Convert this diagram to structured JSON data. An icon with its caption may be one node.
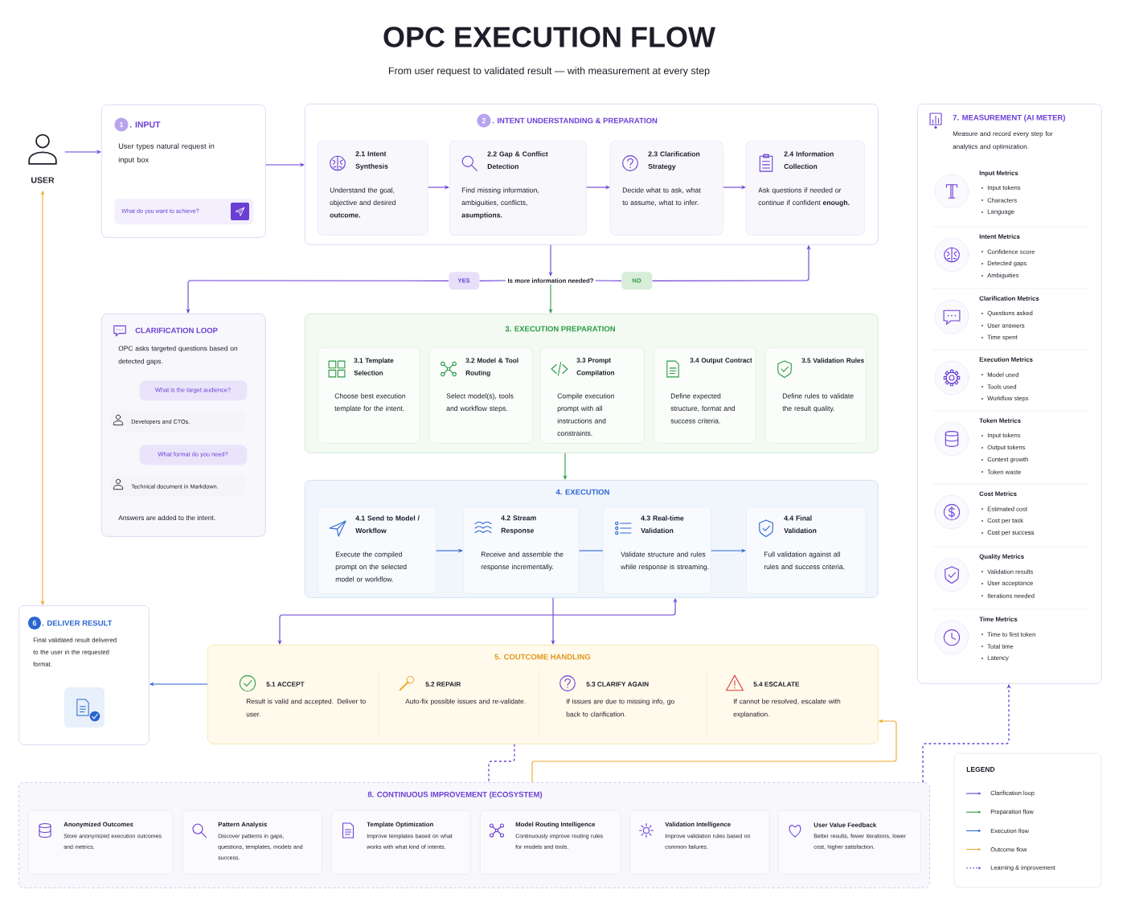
{
  "diagram": {
    "title": "OPC EXECUTION FLOW",
    "nodes": [
      {
        "text": [
          "USER"
        ]
      },
      {
        "text": [
          "1",
          ". INPUT",
          "User types natural request in input box"
        ]
      },
      {
        "text": [
          "What do you want to achieve?"
        ],
        "in": 1
      },
      {
        "text": [
          "2",
          ". INTENT UNDERSTANDING & PREPARATION"
        ]
      },
      {
        "text": [
          "2.1 Intent Synthesis",
          "Understand the goal, objective and desired **outcome.**"
        ],
        "in": 3
      },
      {
        "text": [
          "2.2 Gap & Conflict Detection",
          "Find missing information, ambiguities, conflicts, **asumptions.**"
        ],
        "in": 3
      },
      {
        "text": [
          "2.3 Clarification Strategy",
          "Decide what to ask, what to assume, what to infer."
        ],
        "in": 3
      },
      {
        "text": [
          "2.4 Information Collection",
          "Ask questions if needed or continue if confident **enough.**"
        ],
        "in": 3
      },
      {
        "text": [
          "Is more information needed?"
        ]
      },
      {
        "text": [
          "YES"
        ]
      },
      {
        "text": [
          "NO"
        ]
      },
      {
        "text": [
          "CLARIFICATION LOOP",
          "OPC asks targeted questions based on detected gaps.",
          "Answers are added to the intent."
        ]
      },
      {
        "text": [
          "What is the target audience?"
        ],
        "in": 11
      },
      {
        "text": [
          "Developers and CTOs."
        ],
        "in": 11
      },
      {
        "text": [
          "What format do you need?"
        ],
        "in": 11
      },
      {
        "text": [
          "Technical document in Markdown."
        ],
        "in": 11
      },
      {
        "text": [
          "3. EXECUTION PREPARATION"
        ]
      },
      {
        "text": [
          "3.1 Template Selection",
          "Choose best execution template for the intent."
        ],
        "in": 16
      },
      {
        "text": [
          "3.2 Model & Tool Routing",
          "Select model(s), tools and workflow steps."
        ],
        "in": 16
      },
      {
        "text": [
          "3.3 Prompt Compilation",
          "Compile execution prompt with all instructions and constraints."
        ],
        "in": 16
      },
      {
        "text": [
          "3.4 Output Contract",
          "Define expected structure, format and success criteria."
        ],
        "in": 16
      },
      {
        "text": [
          "3.5 Validation Rules",
          "Define rules to validate the result quality."
        ],
        "in": 16
      },
      {
        "text": [
          "4. EXECUTION"
        ]
      },
      {
        "text": [
          "4.1 Send to Model / Workflow",
          "Execute the compiled prompt on the selected model or workflow."
        ],
        "in": 22
      },
      {
        "text": [
          "4.2 Stream Response",
          "Receive and assemble the response incrementally."
        ],
        "in": 22
      },
      {
        "text": [
          "4.3 Real-time Validation",
          "Validate structure and rules while response is streaming."
        ],
        "in": 22
      },
      {
        "text": [
          "4.4 Final Validation",
          "Full validation against all rules and success criteria."
        ],
        "in": 22
      },
      {
        "text": [
          "6",
          ". DELIVER RESULT",
          "Final validated result delivered to the user in the requested format."
        ]
      },
      {
        "text": [
          "5. COUTCOME HANDLING"
        ]
      },
      {
        "text": [
          "5.1 ACCEPT",
          "Result is valid and accepted. Deliver to user."
        ],
        "in": 28
      },
      {
        "text": [
          "5.2 REPAIR",
          "Auto-fix possible issues and re-validate."
        ],
        "in": 28
      },
      {
        "text": [
          "5.3 CLARIFY AGAIN",
          "If issues are due to missing info, go back to clarification."
        ],
        "in": 28
      },
      {
        "text": [
          "5.4 ESCALATE",
          "If cannot be resolved, escalate with explanation."
        ],
        "in": 28
      },
      {
        "text": [
          "7. MEASUREMENT (AI METER)",
          "Measure and record every step for analytics and optimization."
        ]
      },
      {
        "text": [
          "Input Metrics",
          "Input tokens",
          "Characters",
          "Language"
        ],
        "in": 33
      },
      {
        "text": [
          "Intent Metrics",
          "Confidence score",
          "Detected gaps",
          "Ambiguities"
        ],
        "in": 33
      },
      {
        "text": [
          "Clarification Metrics",
          "Questions asked",
          "User answers",
          "Time spent"
        ],
        "in": 33
      },
      {
        "text": [
          "Execution Metrics",
          "Model used",
          "Tools used",
          "Workflow steps"
        ],
        "in": 33
      },
      {
        "text": [
          "Token Metrics",
          "Input tokens",
          "Output tokens",
          "Context growth",
          "Token waste"
        ],
        "in": 33
      },
      {
        "text": [
          "Cost Metrics",
          "Estimated cost",
          "Cost per task",
          "Cost per success"
        ],
        "in": 33
      },
      {
        "text": [
          "Quality Metrics",
          "Validation results",
          "User acceptance",
          "Iterations needed"
        ],
        "in": 33
      },
      {
        "text": [
          "Time Metrics",
          "Time to first token",
          "Total time",
          "Latency"
        ],
        "in": 33
      },
      {
        "text": [
          "8. CONTINUOUS IMPROVEMENT (ECOSYSTEM)"
        ]
      },
      {
        "text": [
          "Anonymized Outcomes",
          "Store anonymized execution outcomes and metrics."
        ],
        "in": 42
      },
      {
        "text": [
          "Pattern Analysis",
          "Discover patterns in gaps, questions, templates, models and success."
        ],
        "in": 42
      },
      {
        "text": [
          "Template Optimization",
          "Improve templates based on what works with what kind of intents."
        ],
        "in": 42
      },
      {
        "text": [
          "Model Routing Intelligence",
          "Continuously improve routing rules for models and tools."
        ],
        "in": 42
      },
      {
        "text": [
          "Validation Intelligence",
          "Improve validation rules based on common failures."
        ],
        "in": 42
      },
      {
        "text": [
          "User Value Feedback",
          "Better results, fewer iterations, lower cost, higher satisfaction."
        ],
        "in": 42
      }
    ],
    "edges": [
      {
        "from": 0,
        "to": 1,
        "arrow": "to"
      },
      {
        "from": 1,
        "to": 3,
        "arrow": "to"
      },
      {
        "from": 4,
        "to": 5,
        "arrow": "to"
      },
      {
        "from": 5,
        "to": 6,
        "arrow": "to"
      },
      {
        "from": 6,
        "to": 7,
        "arrow": "to"
      },
      {
        "from": 3,
        "to": 8,
        "arrow": "to"
      },
      {
        "from": 8,
        "to": 9,
        "arrow": "none"
      },
      {
        "from": 9,
        "to": 11,
        "arrow": "to"
      },
      {
        "from": 8,
        "to": 10,
        "arrow": "none"
      },
      {
        "from": 10,
        "to": 3,
        "arrow": "to"
      },
      {
        "from": 8,
        "to": 16,
        "arrow": "to",
        "color": "#2b9a48"
      },
      {
        "from": 16,
        "to": 22,
        "arrow": "to",
        "color": "#2b9a48"
      },
      {
        "from": 23,
        "to": 24,
        "arrow": "to",
        "color": "#2a66d0"
      },
      {
        "from": 24,
        "to": 25,
        "arrow": "none",
        "color": "#2a66d0"
      },
      {
        "from": 25,
        "to": 26,
        "arrow": "to",
        "color": "#2a66d0"
      },
      {
        "from": 22,
        "to": 28,
        "arrow": "to"
      },
      {
        "from": 28,
        "to": 22,
        "arrow": "both"
      },
      {
        "from": 28,
        "to": 27,
        "arrow": "to",
        "color": "#2a66d0"
      },
      {
        "from": 27,
        "to": 0,
        "arrow": "both",
        "color": "#f0a82a"
      },
      {
        "from": 28,
        "to": 42,
        "arrow": "none",
        "style": "dashed"
      },
      {
        "from": 42,
        "to": 28,
        "arrow": "to",
        "color": "#f0a82a"
      },
      {
        "from": 42,
        "to": 33,
        "arrow": "to",
        "style": "dashed"
      }
    ],
    "labels": [
      "From user request to validated result — with measurement at every step",
      "LEGEND"
    ],
    "legend": [
      {
        "text": "Clarification loop"
      },
      {
        "text": "Preparation flow"
      },
      {
        "text": "Execution flow"
      },
      {
        "text": "Outcome flow"
      },
      {
        "text": "Learning & improvement"
      }
    ]
  }
}
